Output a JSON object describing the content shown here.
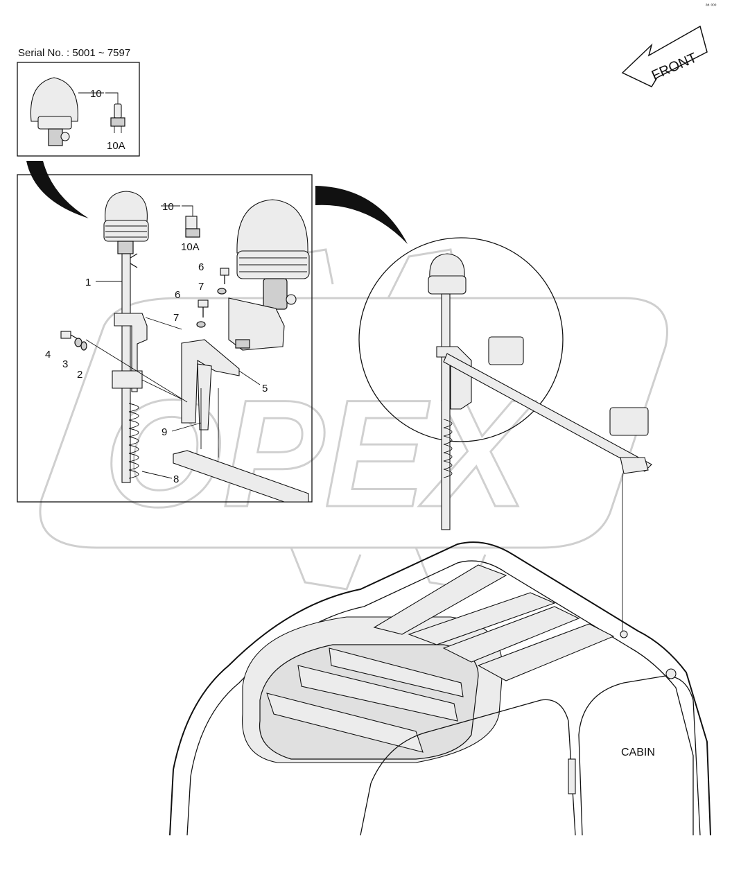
{
  "serial_label": "Serial No. : 5001 ~ 7597",
  "direction_label": "FRONT",
  "cabin_label": "CABIN",
  "corner_mark": "ᵃ⁸ ᵒᵒᵒ",
  "watermark_text": "OPEX",
  "inset_callouts": {
    "beacon": "10",
    "bulb": "10A"
  },
  "detail_callouts": {
    "item_1": "1",
    "item_2": "2",
    "item_3": "3",
    "item_4": "4",
    "item_5": "5",
    "item_6a": "6",
    "item_6b": "6",
    "item_7a": "7",
    "item_7b": "7",
    "item_8": "8",
    "item_9": "9",
    "item_10": "10",
    "item_10a": "10A"
  }
}
